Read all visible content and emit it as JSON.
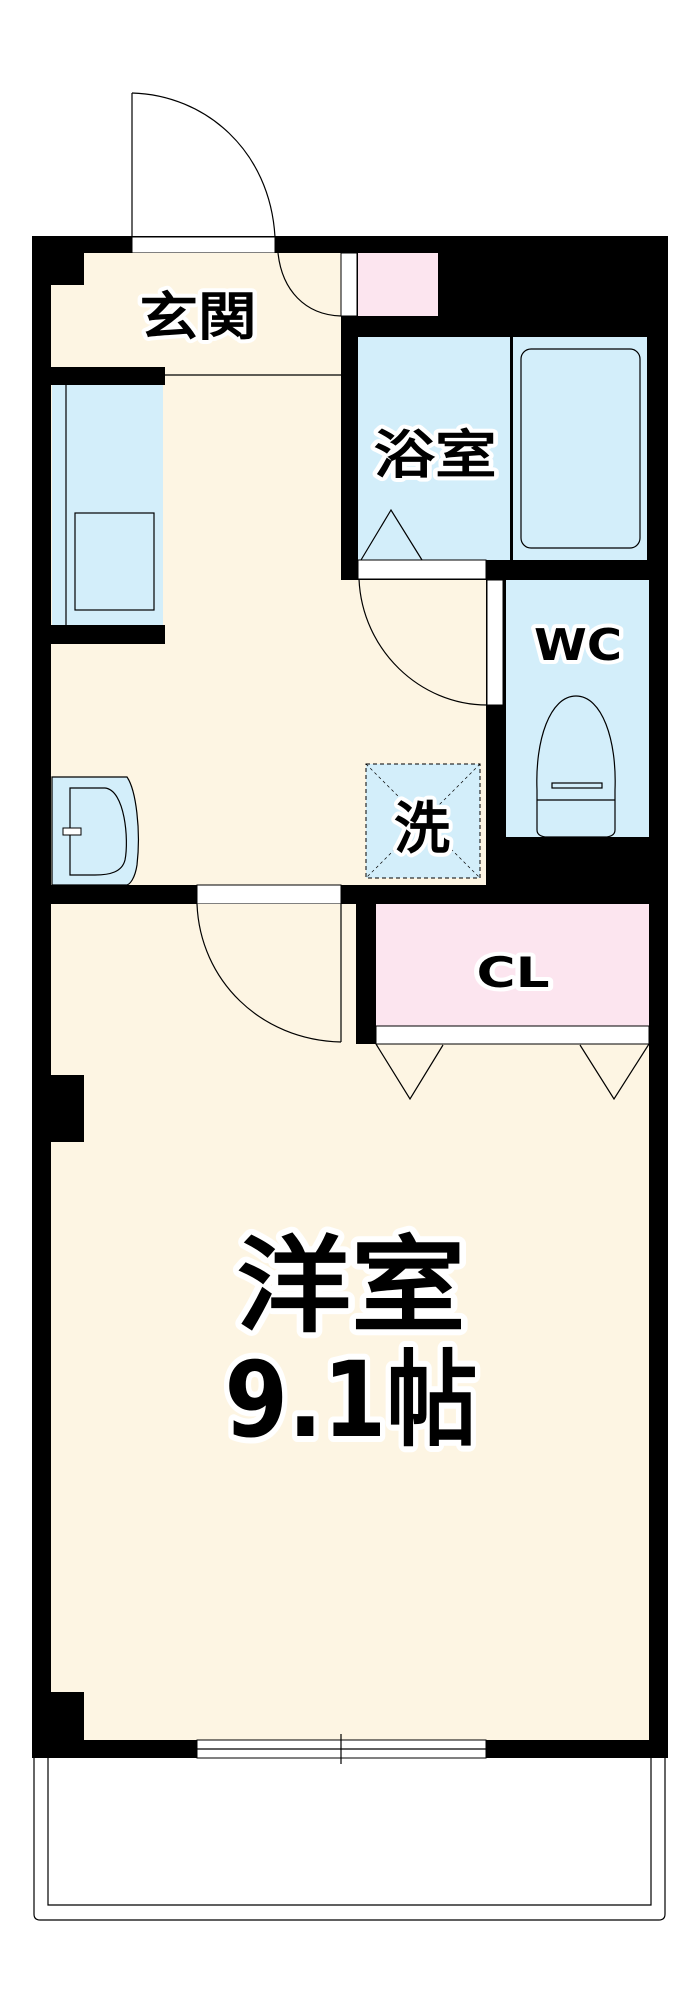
{
  "plan": {
    "rooms": {
      "entrance": "玄関",
      "bathroom": "浴室",
      "toilet": "WC",
      "washer": "洗",
      "closet": "CL",
      "western_room": "洋室",
      "western_room_size": "9.1帖"
    },
    "colors": {
      "wall": "#000000",
      "floor": "#fdf5e3",
      "wet_area": "#d3eefa",
      "storage": "#fce5ef"
    }
  }
}
